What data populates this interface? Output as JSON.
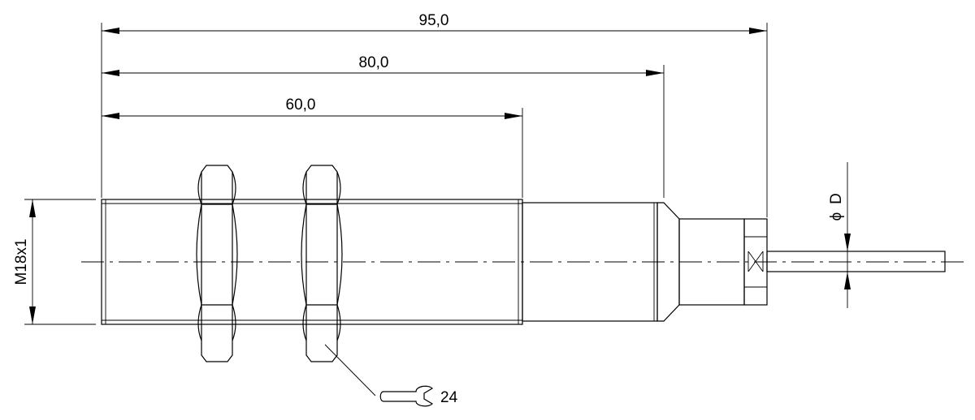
{
  "dimensions": {
    "overall_length": "95,0",
    "housing_length": "80,0",
    "thread_length": "60,0",
    "thread_size": "M18x1",
    "cable_diameter": "D",
    "diameter_symbol": "ϕ",
    "wrench_size": "24"
  },
  "icons": {
    "wrench": "open-end-wrench-icon"
  }
}
